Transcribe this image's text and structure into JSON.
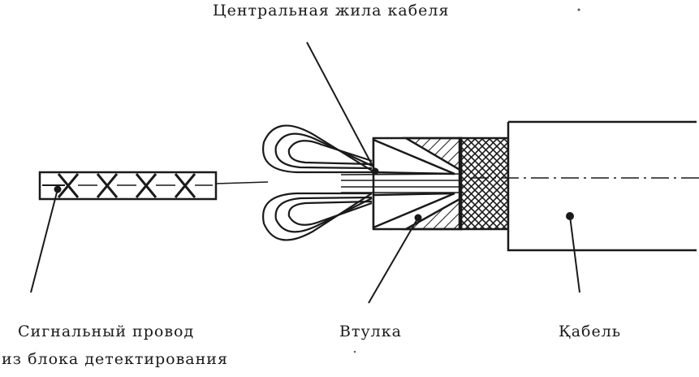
{
  "labels": {
    "central_core": "Центральная жила кабеля",
    "signal_wire_line1": "Сигнальный провод",
    "signal_wire_line2": "из блока детектирования",
    "sleeve": "Втулка",
    "cable": "Қабель"
  },
  "colors": {
    "ink": "#1a1a1a",
    "paper": "#ffffff"
  }
}
